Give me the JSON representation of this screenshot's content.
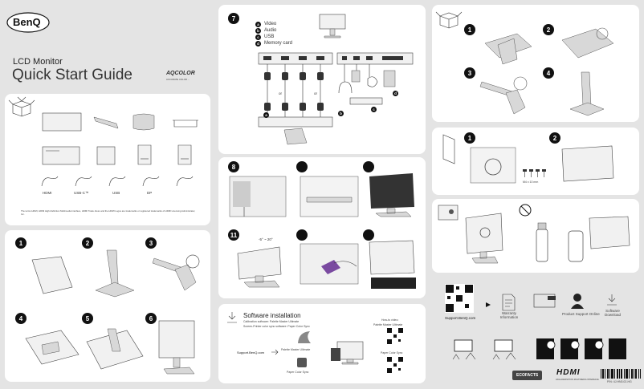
{
  "brand": {
    "logo_text": "BenQ"
  },
  "cover": {
    "subtitle": "LCD Monitor",
    "title": "Quick Start Guide",
    "aqcolor_logo": "AQCOLOR",
    "aqcolor_tag": "ACCURATE  COLOR  ..."
  },
  "contents": {
    "cables": [
      "HDMI",
      "USB-C™",
      "USB",
      "DP"
    ],
    "leaflet_line": "Quick Start Guide",
    "trademark_note": "The terms HDMI, HDMI High-Definition Multimedia Interface, HDMI Trade dress and the HDMI Logos are trademarks or registered trademarks of HDMI Licensing Administrator, Inc."
  },
  "steps_assembly": [
    "1",
    "2",
    "3",
    "4",
    "5",
    "6"
  ],
  "step7": {
    "number": "7",
    "legend": [
      {
        "key": "a",
        "label": "Video"
      },
      {
        "key": "b",
        "label": "Audio"
      },
      {
        "key": "c",
        "label": "USB"
      },
      {
        "key": "d",
        "label": "Memory card"
      }
    ],
    "or_labels": [
      "or",
      "or"
    ],
    "callouts": [
      "a",
      "b",
      "c",
      "d"
    ]
  },
  "step8": {
    "number": "8"
  },
  "step11": {
    "number": "11",
    "tilt": "-5° ~ 20°"
  },
  "software": {
    "title": "Software installation",
    "line1": "Calibration software: Palette Master Ultimate",
    "line2": "Screen-Printer color sync software: Paper Color Sync",
    "url": "Support.BenQ.com",
    "pmu_label": "Palette Master Ultimate",
    "pcs_label": "Paper Color Sync",
    "howto": "How-to video:",
    "howto2": "Palette Master Ultimate",
    "qr2_label": "Paper Color Sync"
  },
  "right": {
    "assembly_steps": [
      "1",
      "2",
      "3",
      "4"
    ],
    "wall_steps": [
      "1",
      "2"
    ],
    "screw_label": "M4 x 10 mm",
    "support_url": "Support.BenQ.com",
    "warranty": "Warranty Information",
    "product_support": "Product Support Online",
    "software_download": "Software Download",
    "footer_logos": [
      "ECOFACTS",
      "HDMI"
    ],
    "hdmi_sub": "HIGH-DEFINITION MULTIMEDIA INTERFACE",
    "barcode_text": "P/N: 4J.HN3.02-HG"
  },
  "colors": {
    "bg": "#e4e4e4",
    "panel": "#ffffff",
    "accent": "#111111"
  }
}
